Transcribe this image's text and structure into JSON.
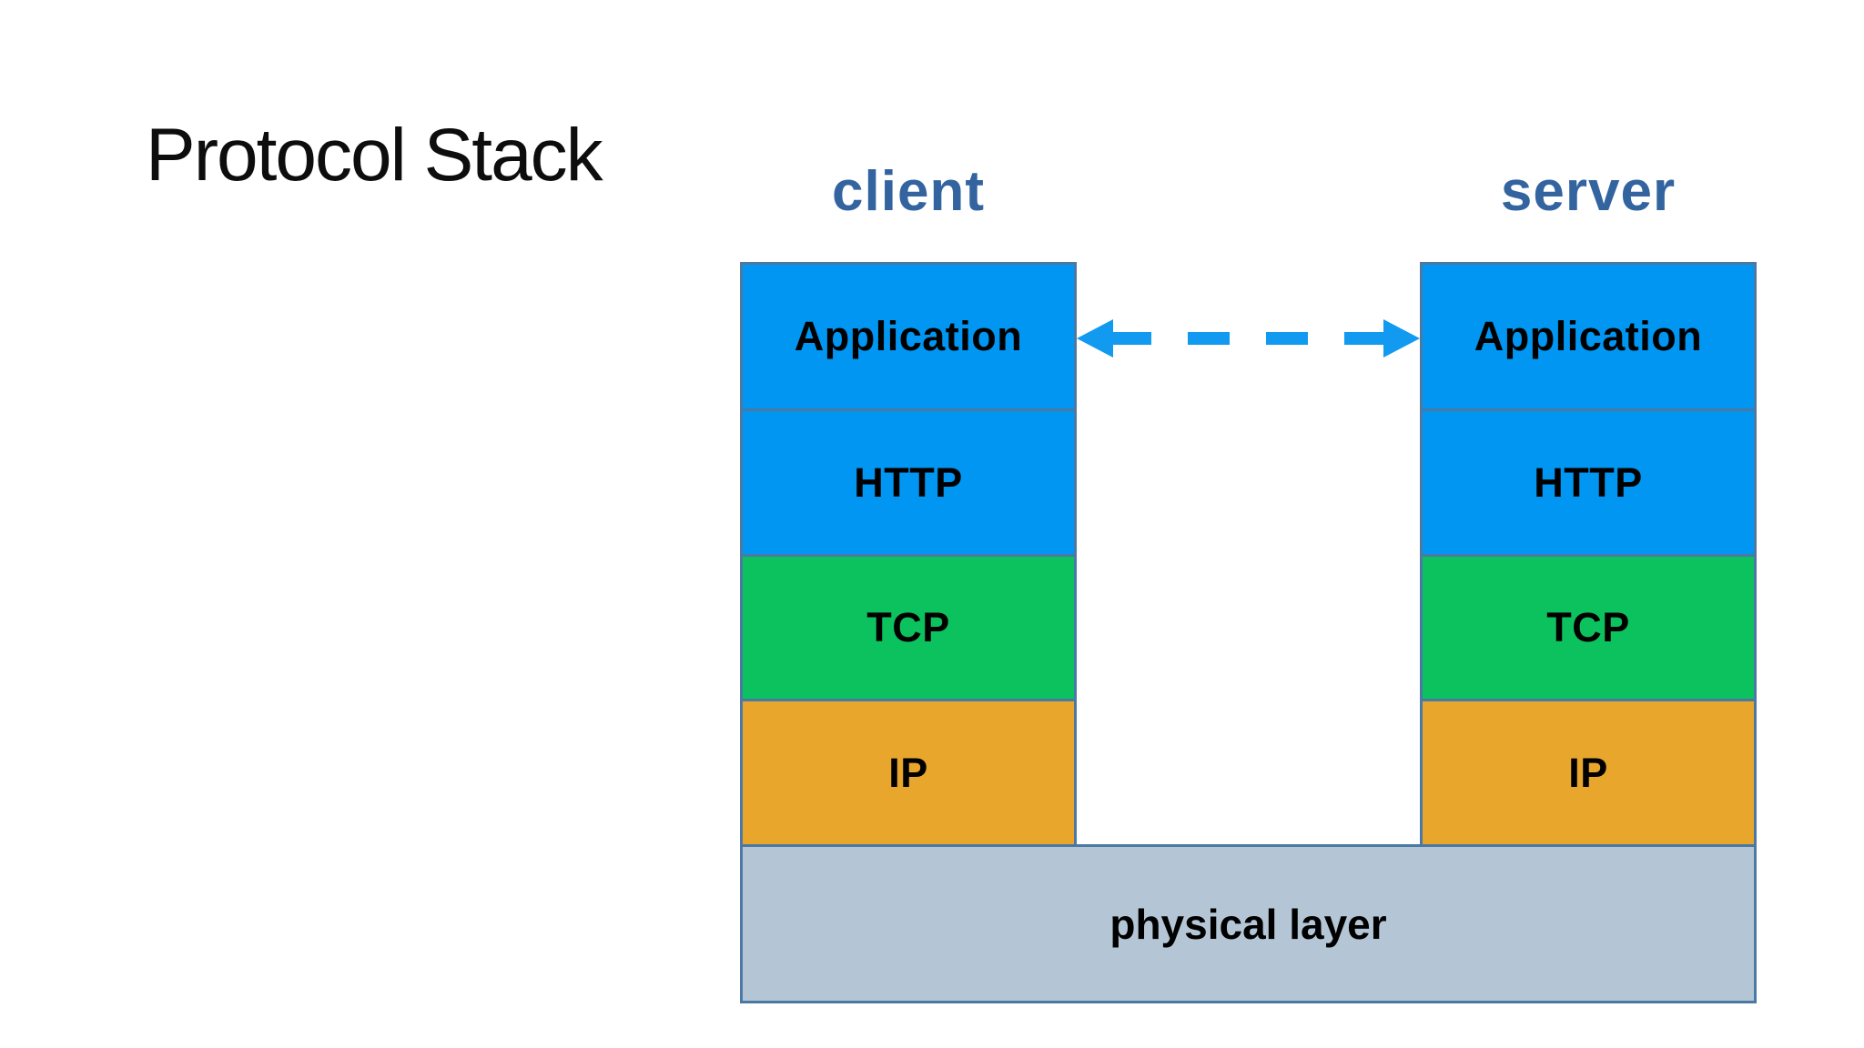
{
  "title": "Protocol Stack",
  "client": {
    "label": "client",
    "layers": [
      "Application",
      "HTTP",
      "TCP",
      "IP"
    ]
  },
  "server": {
    "label": "server",
    "layers": [
      "Application",
      "HTTP",
      "TCP",
      "IP"
    ]
  },
  "physical": {
    "label": "physical layer"
  },
  "icons": {
    "link_arrow": "dashed-double-arrow"
  },
  "colors": {
    "background": "#ffffff",
    "title-color": "#0d0d0d",
    "label-blue": "#33649f",
    "layer-blue": "#0096f2",
    "layer-green": "#0cc25e",
    "layer-orange": "#e9a62d",
    "layer-gray": "#b4c6d5",
    "layer-border": "#4b79a3",
    "layer-text": "#000000",
    "arrow-blue": "#119af0"
  }
}
